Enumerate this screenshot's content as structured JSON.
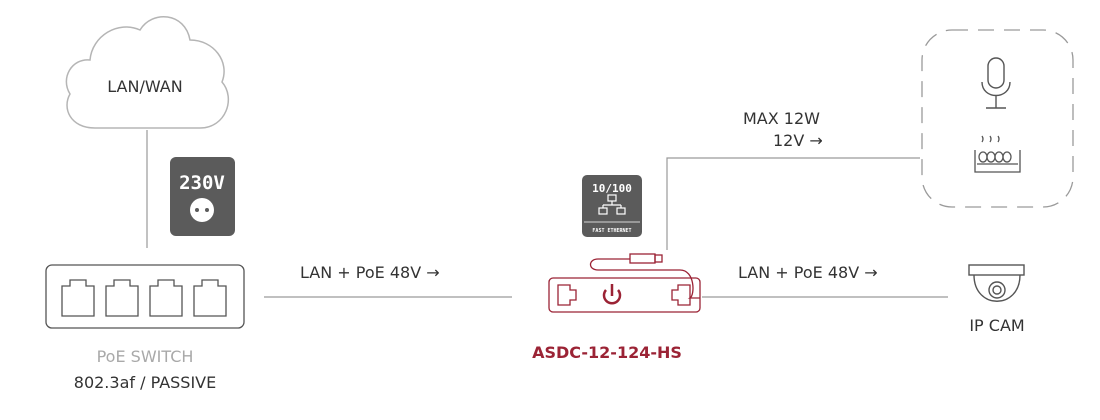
{
  "cloud": {
    "label": "LAN/WAN"
  },
  "power_badge": {
    "label": "230V"
  },
  "ethernet_badge": {
    "speed": "10/100",
    "caption": "FAST ETHERNET"
  },
  "switch": {
    "name": "PoE SWITCH",
    "spec": "802.3af / PASSIVE"
  },
  "link_switch_to_device": {
    "label": "LAN +  PoE 48V  →"
  },
  "link_device_to_cam": {
    "label": "LAN +  PoE 48V  →"
  },
  "aux_output": {
    "power": "MAX 12W",
    "voltage": "12V  →"
  },
  "device": {
    "name": "ASDC-12-124-HS"
  },
  "camera": {
    "label": "IP CAM"
  },
  "colors": {
    "brand": "#9b2335",
    "line": "#9a9a9a",
    "badge": "#5b5b5b"
  }
}
